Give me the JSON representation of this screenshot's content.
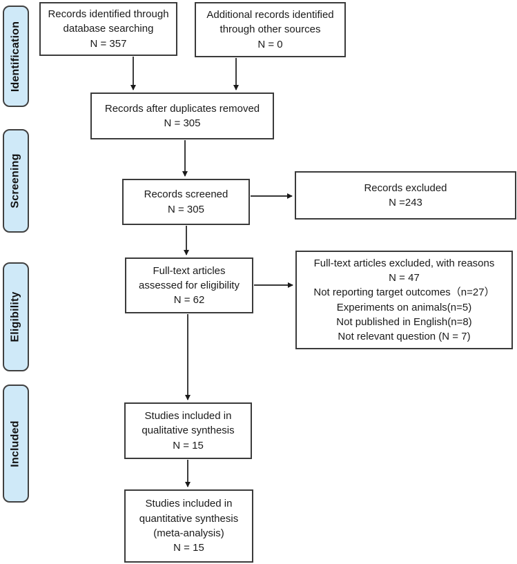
{
  "diagram": {
    "type": "prisma-flow",
    "stages": [
      {
        "label": "Identification"
      },
      {
        "label": "Screening"
      },
      {
        "label": "Eligibility"
      },
      {
        "label": "Included"
      }
    ],
    "boxes": {
      "identified": {
        "lines": [
          "Records identified through",
          "database searching",
          "N = 357"
        ]
      },
      "additional": {
        "lines": [
          "Additional records identified",
          "through other sources",
          "N = 0"
        ]
      },
      "duplicates_removed": {
        "lines": [
          "Records after duplicates removed",
          "N = 305"
        ]
      },
      "screened": {
        "lines": [
          "Records screened",
          "N = 305"
        ]
      },
      "records_excluded": {
        "lines": [
          "Records excluded",
          "N =243"
        ]
      },
      "fulltext_assessed": {
        "lines": [
          "Full-text articles",
          "assessed for eligibility",
          "N = 62"
        ]
      },
      "fulltext_excluded": {
        "lines": [
          "Full-text articles excluded, with reasons",
          "N = 47",
          "Not reporting target outcomes（n=27）",
          "Experiments on animals(n=5)",
          "Not published in English(n=8)",
          "Not relevant question (N = 7)"
        ]
      },
      "qualitative": {
        "lines": [
          "Studies included in",
          "qualitative synthesis",
          "N = 15"
        ]
      },
      "quantitative": {
        "lines": [
          "Studies included in",
          "quantitative synthesis",
          "(meta-analysis)",
          "N = 15"
        ]
      }
    },
    "colors": {
      "stage_fill": "#cfe9f8",
      "box_border": "#3a3a3a",
      "arrow": "#1a1a1a",
      "background": "#ffffff"
    }
  }
}
